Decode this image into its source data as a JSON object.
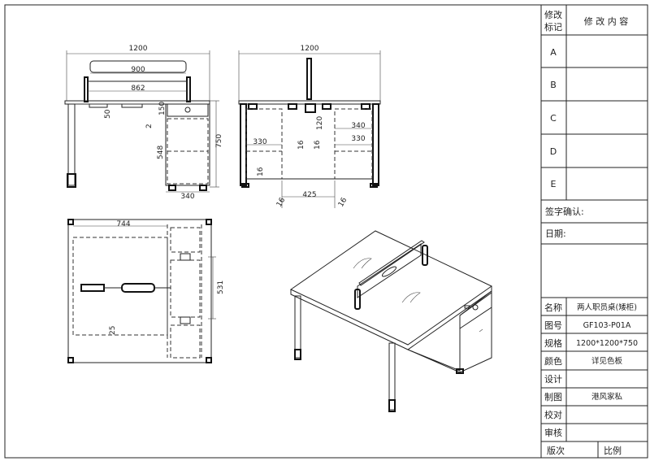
{
  "dimensions": {
    "front": {
      "w1200": "1200",
      "w900": "900",
      "w862": "862",
      "h50": "50",
      "h150": "150",
      "h2": "2",
      "h548": "548",
      "h750": "750",
      "w340": "340"
    },
    "side": {
      "w1200": "1200",
      "h120": "120",
      "w340": "340",
      "w330a": "330",
      "w330b": "330",
      "d16a": "16",
      "d16b": "16",
      "d16c": "16",
      "d16d": "16",
      "w425": "425",
      "d16e": "16"
    },
    "plan": {
      "w744": "744",
      "h531": "531",
      "d25": "25"
    }
  },
  "revision": {
    "header_mark": "修改\n标记",
    "header_content": "修 改 内 容",
    "rows": [
      "A",
      "B",
      "C",
      "D",
      "E"
    ]
  },
  "signature_label": "签字确认:",
  "date_label": "日期:",
  "info": [
    {
      "label": "名称",
      "value": "两人职员桌(矮柜)"
    },
    {
      "label": "图号",
      "value": "GF103-P01A"
    },
    {
      "label": "规格",
      "value": "1200*1200*750"
    },
    {
      "label": "颜色",
      "value": "详见色板"
    },
    {
      "label": "设计",
      "value": ""
    },
    {
      "label": "制图",
      "value": "港风家私"
    },
    {
      "label": "校对",
      "value": ""
    },
    {
      "label": "审核",
      "value": ""
    }
  ],
  "footer": {
    "version": "版次",
    "scale": "比例"
  }
}
